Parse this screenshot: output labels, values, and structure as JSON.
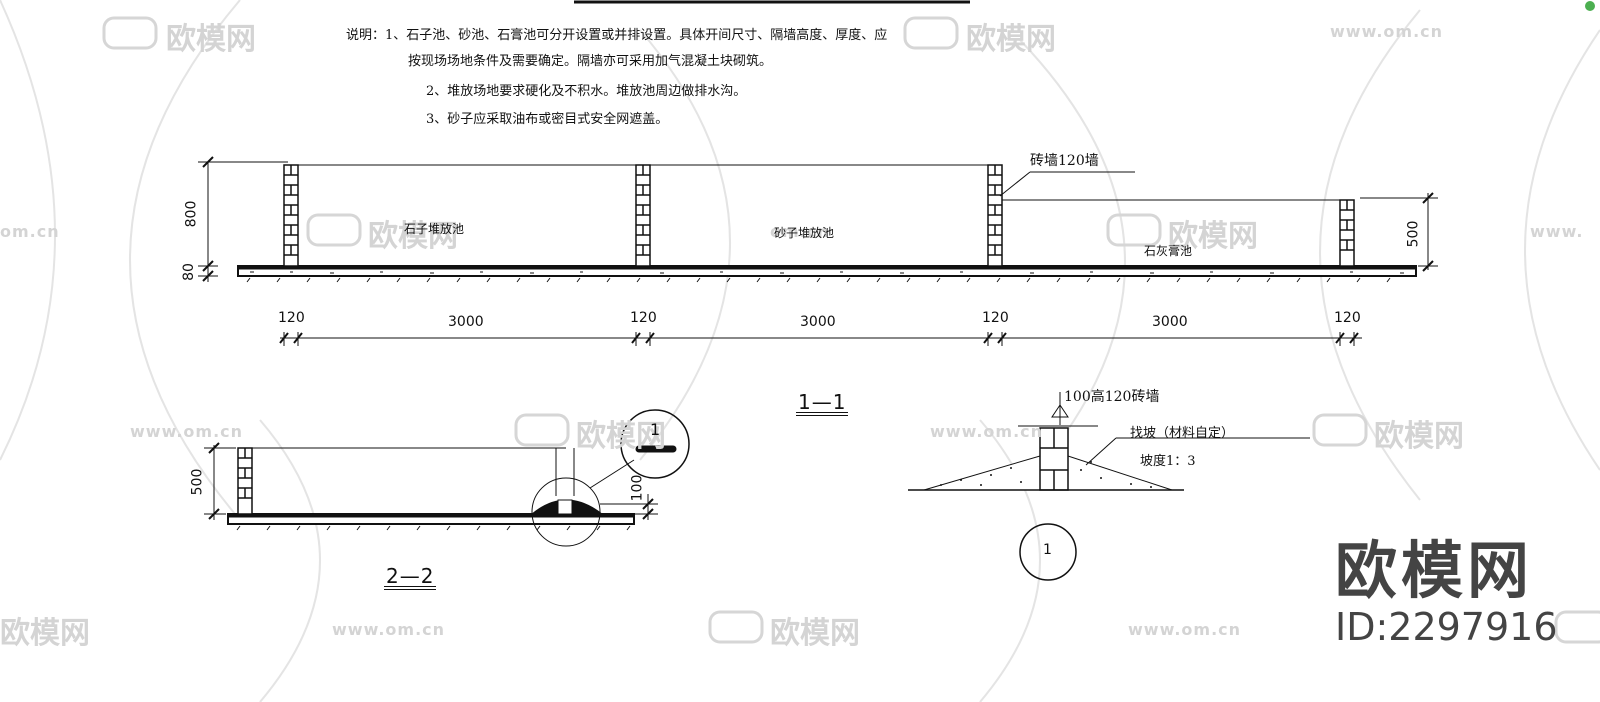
{
  "notes": {
    "line1": "说明：1、石子池、砂池、石膏池可分开设置或并排设置。具体开间尺寸、隔墙高度、厚度、应",
    "line1b": "按现场场地条件及需要确定。隔墙亦可采用加气混凝土块砌筑。",
    "line2": "2、堆放场地要求硬化及不积水。堆放池周边做排水沟。",
    "line3": "3、砂子应采取油布或密目式安全网遮盖。"
  },
  "section11": {
    "title": "1—1",
    "wall_label": "砖墙120墙",
    "pool_1": "石子堆放池",
    "pool_2": "砂子堆放池",
    "pool_3": "石灰膏池",
    "height_800": "800",
    "height_80": "80",
    "height_500": "500",
    "dims": [
      "120",
      "3000",
      "120",
      "3000",
      "120",
      "3000",
      "120"
    ]
  },
  "section22": {
    "title": "2—2",
    "height_500": "500",
    "height_100": "100",
    "detail_ref": "1"
  },
  "detail1": {
    "wall_label": "100高120砖墙",
    "slope_label": "找坡（材料自定）",
    "slope_ratio": "坡度1：3",
    "ref": "1"
  },
  "watermark": {
    "url": "www.om.cn",
    "brand": "欧模网",
    "id": "ID:2297916"
  },
  "colors": {
    "line": "#111111",
    "watermark": "#d4d4d4",
    "brand": "#444444"
  }
}
